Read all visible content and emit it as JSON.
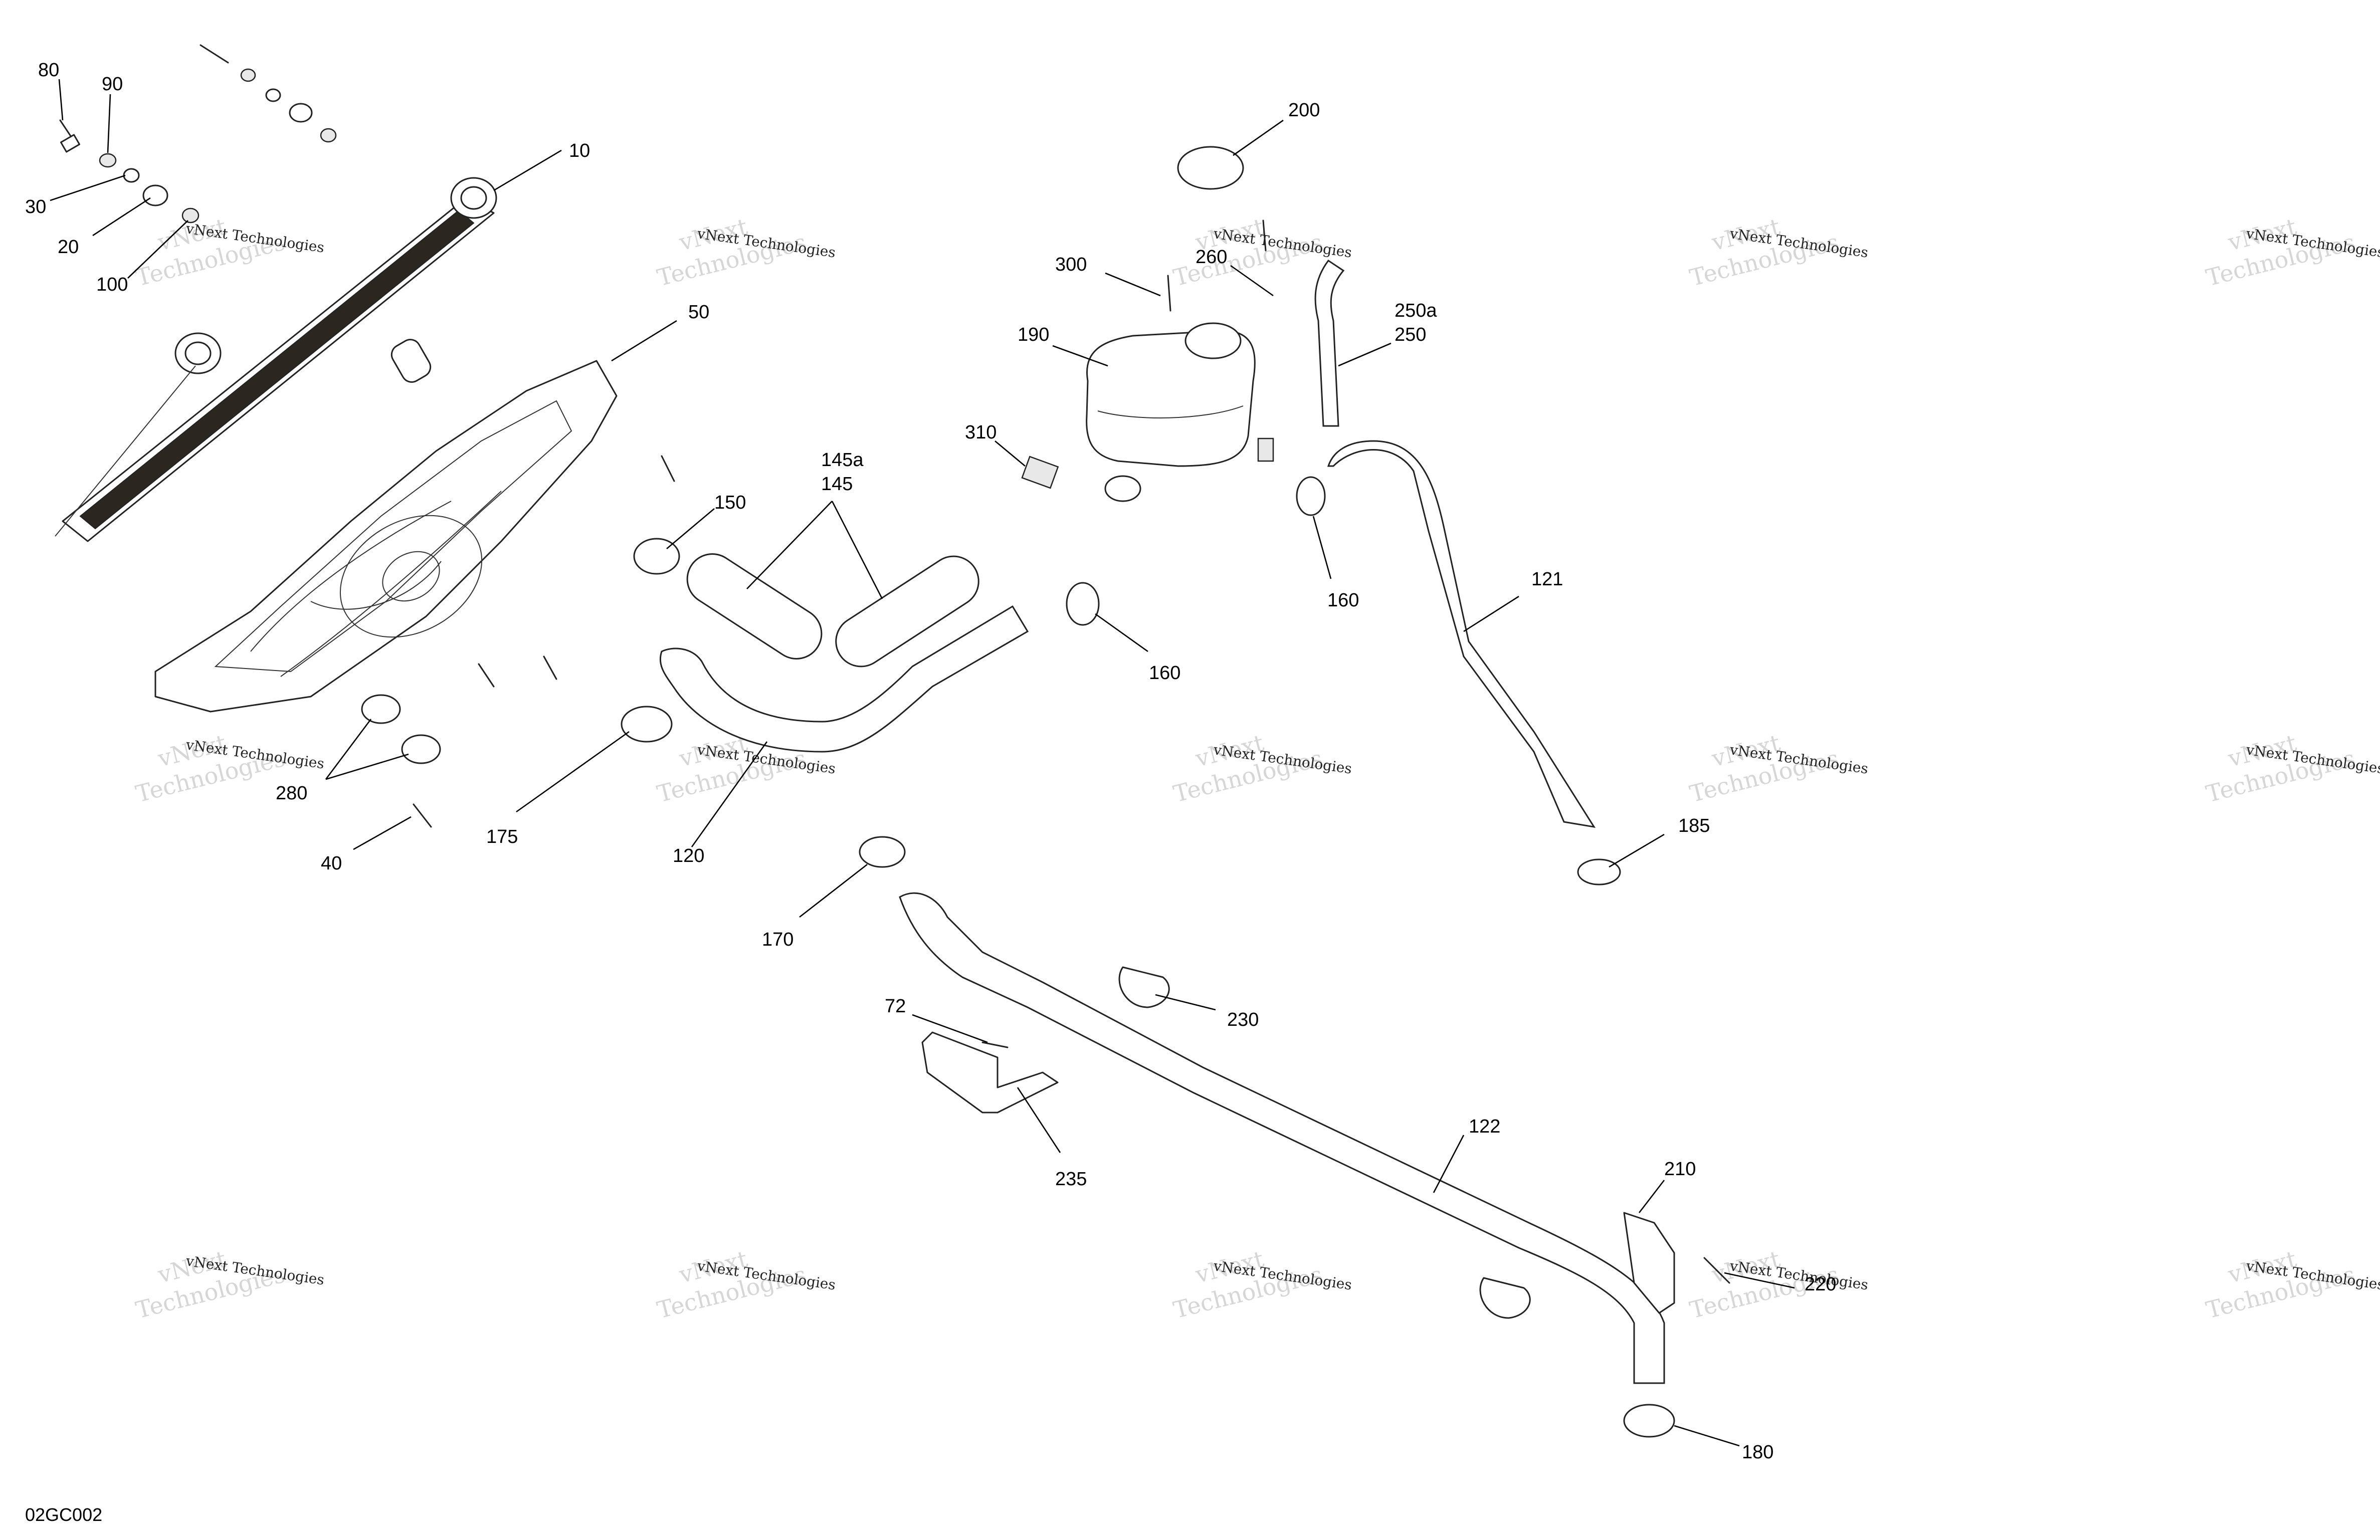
{
  "diagram_id": "02GC002",
  "watermark": {
    "line1": "vNext",
    "line2": "Technologies",
    "small": "vNext Technologies"
  },
  "callouts": {
    "c80": "80",
    "c90": "90",
    "c30": "30",
    "c20": "20",
    "c100": "100",
    "c10": "10",
    "c50": "50",
    "c150": "150",
    "c145a": "145a",
    "c145": "145",
    "c160a": "160",
    "c160b": "160",
    "c120": "120",
    "c175": "175",
    "c280": "280",
    "c40": "40",
    "c200": "200",
    "c300": "300",
    "c260": "260",
    "c250a": "250a",
    "c250": "250",
    "c190": "190",
    "c310": "310",
    "c121": "121",
    "c185": "185",
    "c170": "170",
    "c72": "72",
    "c230": "230",
    "c235": "235",
    "c122": "122",
    "c210": "210",
    "c220": "220",
    "c180": "180"
  }
}
